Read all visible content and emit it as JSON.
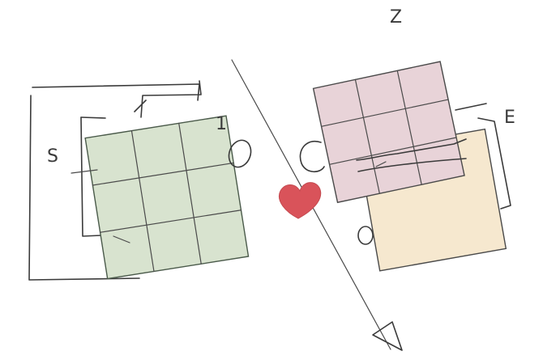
{
  "labels": {
    "left_square": "S",
    "left_number": "1",
    "top_right": "Z",
    "right_side": "E"
  },
  "colors": {
    "green_grid": "#d8e3cf",
    "pink_grid": "#e8d3d8",
    "beige_square": "#f6e8cf",
    "heart": "#d9535a",
    "ink": "#3a3a3a"
  },
  "icons": {
    "heart": "heart-icon",
    "arrow_head": "arrowhead-icon"
  }
}
